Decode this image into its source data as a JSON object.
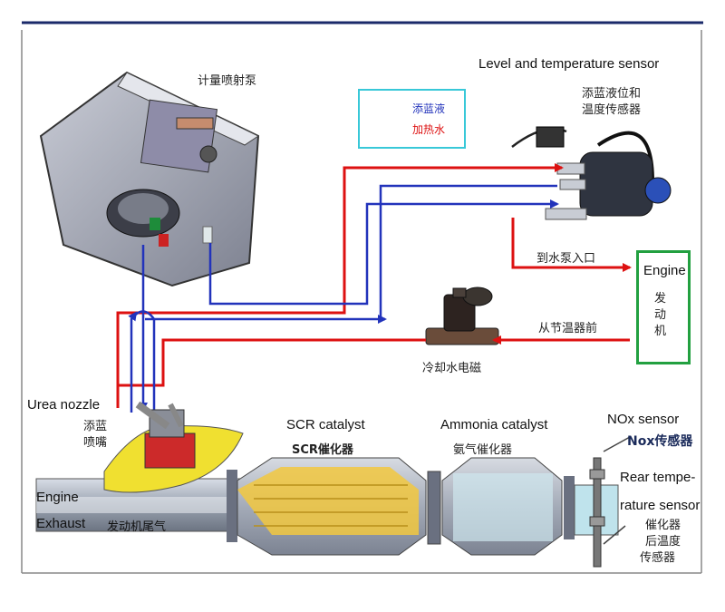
{
  "labels": {
    "pump_zh": "计量喷射泵",
    "level_sensor_en": "Level and temperature sensor",
    "level_sensor_zh_1": "添蓝液位和",
    "level_sensor_zh_2": "温度传感器",
    "legend_urea": "添蓝液",
    "legend_hot_water": "加热水",
    "to_pump_inlet": "到水泵入口",
    "from_thermostat": "从节温器前",
    "engine_en": "Engine",
    "engine_zh_1": "发",
    "engine_zh_2": "动",
    "engine_zh_3": "机",
    "coolant_valve": "冷却水电磁",
    "urea_nozzle_en": "Urea nozzle",
    "urea_nozzle_zh_1": "添蓝",
    "urea_nozzle_zh_2": "喷嘴",
    "scr_en": "SCR catalyst",
    "scr_zh": "SCR催化器",
    "ammonia_en": "Ammonia catalyst",
    "ammonia_zh": "氨气催化器",
    "nox_en": "NOx sensor",
    "nox_zh": "Nox传感器",
    "rear_temp_en_1": "Rear tempe-",
    "rear_temp_en_2": "rature sensor",
    "rear_temp_zh_1": "催化器",
    "rear_temp_zh_2": "后温度",
    "rear_temp_zh_3": "传感器",
    "exhaust_en_1": "Engine",
    "exhaust_en_2": "Exhaust",
    "exhaust_zh": "发动机尾气"
  },
  "colors": {
    "urea_line": "#2233bb",
    "hot_water_line": "#dd1111",
    "engine_box": "#22a040",
    "legend_border": "#38c8d8",
    "frame": "#1a2a6a"
  }
}
